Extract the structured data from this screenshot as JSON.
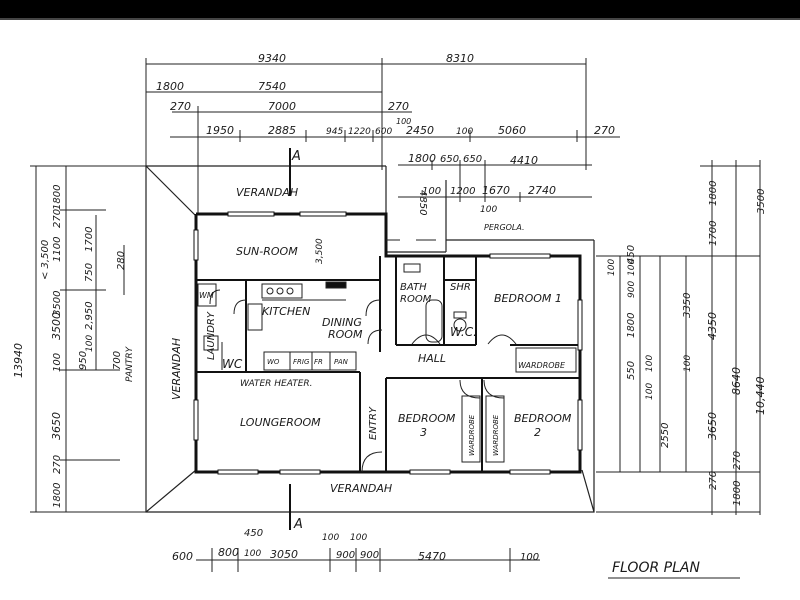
{
  "title": "FLOOR PLAN",
  "section_marks": [
    "A",
    "A"
  ],
  "rooms": {
    "verandah_top": "VERANDAH",
    "verandah_left": "VERANDAH",
    "verandah_bottom": "VERANDAH",
    "sun_room": "SUN-ROOM",
    "kitchen": "KITCHEN",
    "dining_room": "DINING ROOM",
    "dining_room_line1": "DINING",
    "dining_room_line2": "ROOM",
    "laundry": "LAUNDRY",
    "wc_left": "WC",
    "water_heater": "WATER HEATER.",
    "lounge_room": "LOUNGEROOM",
    "entry": "ENTRY",
    "hall": "HALL",
    "bath_room_line1": "BATH",
    "bath_room_line2": "ROOM",
    "shr": "SHR",
    "wc_right": "W.C.",
    "bedroom1": "BEDROOM 1",
    "bedroom2_line1": "BEDROOM",
    "bedroom2_line2": "2",
    "bedroom3_line1": "BEDROOM",
    "bedroom3_line2": "3",
    "wardrobe_hall": "WARDROBE",
    "wardrobe_b3": "WARDROBE",
    "wardrobe_b2": "WARDROBE",
    "pantry": "PANTRY",
    "pergola": "PERGOLA.",
    "wm": "WM",
    "wo": "WO",
    "frig": "FRIG",
    "fr": "FR",
    "pan": "PAN"
  },
  "dims_top": {
    "r1": [
      "9340",
      "8310"
    ],
    "r2": [
      "1800",
      "7540"
    ],
    "r3": [
      "270",
      "7000",
      "270"
    ],
    "r4": [
      "1950",
      "2885",
      "945",
      "1220",
      "600",
      "100",
      "2450",
      "100",
      "5060",
      "270"
    ],
    "r5": [
      "1800",
      "650",
      "650",
      "4410"
    ],
    "r6": [
      "100",
      "1200",
      "1670",
      "2740"
    ],
    "r6b": [
      "100"
    ],
    "sun_room_3500": "3,500",
    "bath_4850": "4850"
  },
  "dims_left": {
    "outer": "13940",
    "stack": [
      "1800",
      "270",
      "1100",
      "3500",
      "100",
      "950",
      "3650",
      "270",
      "1800"
    ],
    "small": [
      "< 3,500",
      "750",
      "1700",
      "280",
      "100",
      "2,950",
      "700",
      "3500"
    ]
  },
  "dims_right": {
    "outer": "10,440",
    "tall": [
      "8640",
      "3500"
    ],
    "mid": [
      "4350",
      "3650",
      "1700",
      "1800",
      "270"
    ],
    "inner": [
      "450",
      "100",
      "100",
      "900",
      "3350",
      "1800",
      "100",
      "100",
      "2550",
      "550",
      "100",
      "1800",
      "270"
    ]
  },
  "dims_bottom": [
    "600",
    "800",
    "100",
    "450",
    "3050",
    "100",
    "900",
    "100",
    "900",
    "5470",
    "100"
  ]
}
